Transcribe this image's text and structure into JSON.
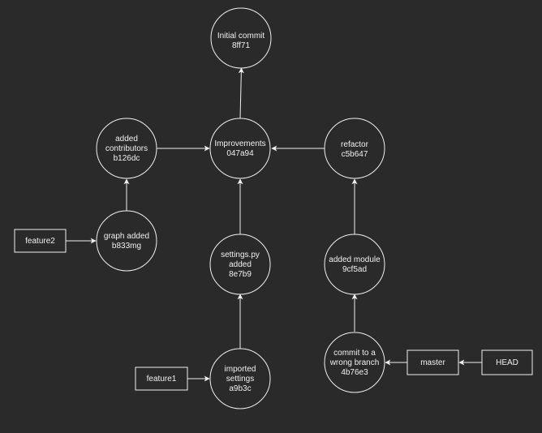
{
  "nodes": {
    "initial": {
      "lines": [
        "Initial commit",
        "8ff71"
      ]
    },
    "improvements": {
      "lines": [
        "Improvements",
        "047a94"
      ]
    },
    "contributors": {
      "lines": [
        "added",
        "contributors",
        "b126dc"
      ]
    },
    "refactor": {
      "lines": [
        "refactor",
        "c5b647"
      ]
    },
    "graph": {
      "lines": [
        "graph added",
        "b833mg"
      ]
    },
    "settingspy": {
      "lines": [
        "settings.py",
        "added",
        "8e7b9"
      ]
    },
    "module": {
      "lines": [
        "added module",
        "9cf5ad"
      ]
    },
    "imported": {
      "lines": [
        "imported",
        "settings",
        "a9b3c"
      ]
    },
    "wrongbranch": {
      "lines": [
        "commit to a",
        "wrong branch",
        "4b76e3"
      ]
    },
    "feature2": {
      "lines": [
        "feature2"
      ]
    },
    "feature1": {
      "lines": [
        "feature1"
      ]
    },
    "master": {
      "lines": [
        "master"
      ]
    },
    "head": {
      "lines": [
        "HEAD"
      ]
    }
  },
  "colors": {
    "background": "#2a2a2a",
    "stroke": "#f0f0f0",
    "text": "#f0f0f0"
  }
}
